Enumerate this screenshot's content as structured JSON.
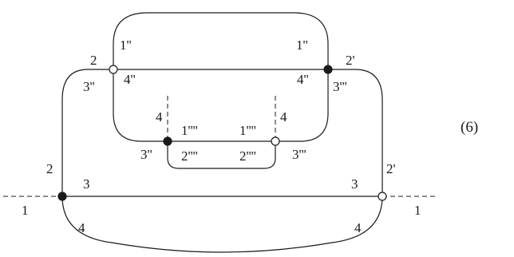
{
  "equation_number": "(6)",
  "labels": {
    "top_left_inner_1": "1''",
    "top_right_inner_1": "1''",
    "left_node_outer_2": "2",
    "right_node_outer_2": "2'",
    "left_node_below_3": "3''",
    "left_node_below_4": "4''",
    "right_node_below_4": "4''",
    "right_node_below_3": "3'''",
    "inner_left_4": "4",
    "inner_right_4": "4",
    "inner_left_1": "1''''",
    "inner_right_1": "1''''",
    "inner_left_3": "3''",
    "inner_left_2": "2''''",
    "inner_right_2": "2''''",
    "inner_right_3": "3'''",
    "outer_left_2": "2",
    "outer_right_2": "2'",
    "bottom_left_3": "3",
    "bottom_right_3": "3",
    "bottom_left_1": "1",
    "bottom_right_1": "1",
    "bottom_left_4": "4",
    "bottom_right_4": "4"
  }
}
